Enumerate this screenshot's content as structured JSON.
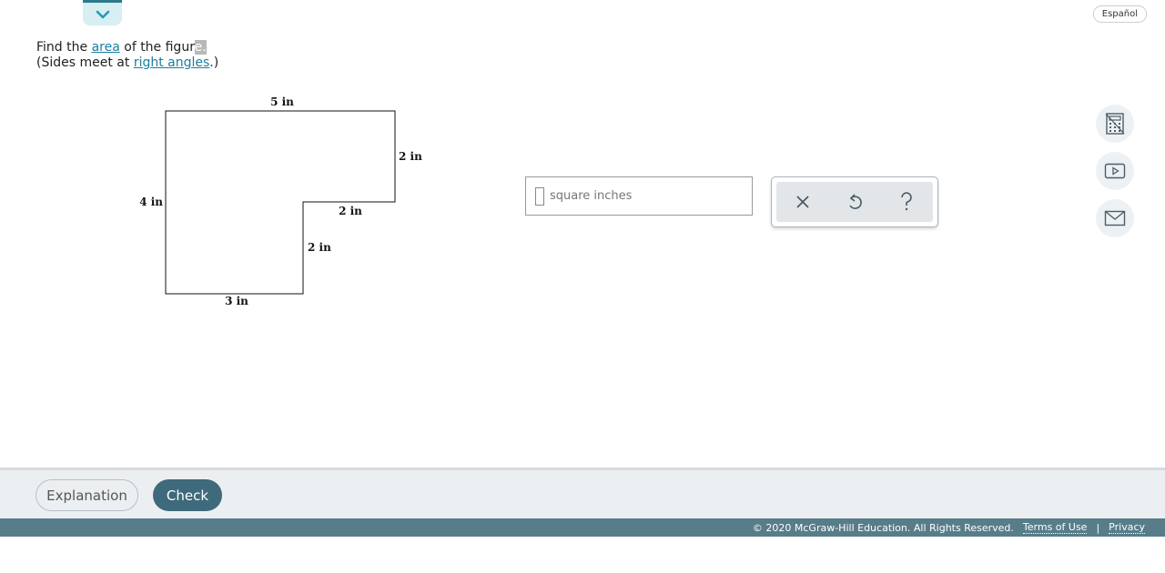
{
  "header": {
    "language_label": "Español"
  },
  "prompt": {
    "line1_prefix": "Find the ",
    "area_link": "area",
    "line1_middle": " of the figur",
    "line1_highlight": "e.",
    "line2_prefix": "(Sides meet at ",
    "right_angles_link": "right angles",
    "line2_suffix": ".)"
  },
  "figure": {
    "labels": {
      "top": "5 in",
      "right_upper": "2 in",
      "left": "4 in",
      "inner_horizontal": "2 in",
      "inner_vertical": "2 in",
      "bottom": "3 in"
    }
  },
  "answer": {
    "value": "",
    "unit_placeholder": "square inches"
  },
  "tools": [
    "close-icon",
    "undo-icon",
    "help-icon"
  ],
  "side_icons": [
    "calculator-icon",
    "video-icon",
    "mail-icon"
  ],
  "footer": {
    "explanation_label": "Explanation",
    "check_label": "Check",
    "copyright": "© 2020 McGraw-Hill Education. All Rights Reserved.",
    "terms_label": "Terms of Use",
    "separator": "|",
    "privacy_label": "Privacy"
  },
  "colors": {
    "accent": "#2b7a8c",
    "check_button": "#3e6a7b",
    "footer_bar": "#587d8a",
    "link": "#1a7fa0"
  }
}
